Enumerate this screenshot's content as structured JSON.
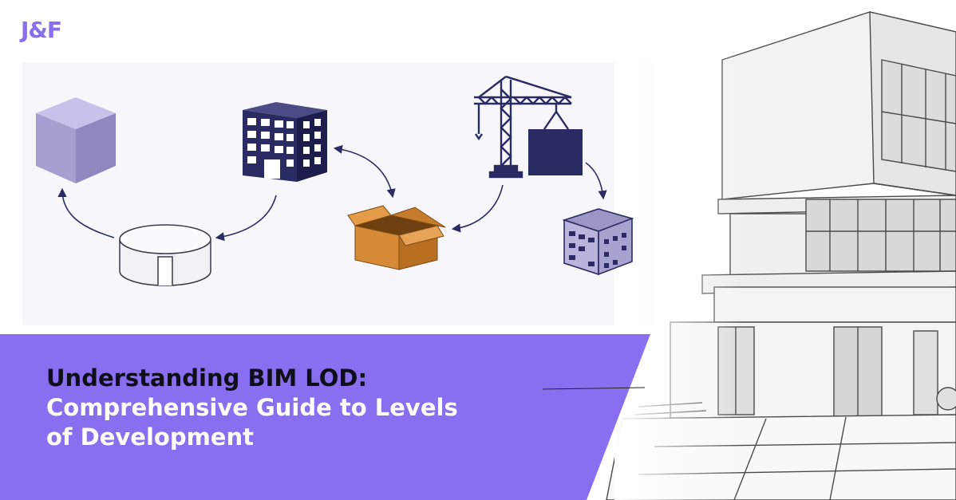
{
  "brand": {
    "logo_text": "J&F"
  },
  "headline": {
    "line1": "Understanding BIM LOD:",
    "line2": "Comprehensive Guide to Levels",
    "line3": "of Development"
  },
  "colors": {
    "accent_purple": "#8a6ef0",
    "title_dark": "#0f0f1a",
    "title_light": "#ffffff",
    "navy": "#2a2b63",
    "cube_lavender": "#a69fd0",
    "box_orange": "#d68a35"
  },
  "illustrations": [
    "lavender-cube-icon",
    "cylinder-icon",
    "office-building-icon",
    "cardboard-box-icon",
    "tower-crane-icon",
    "detailed-cube-building-icon",
    "house-sketch"
  ]
}
